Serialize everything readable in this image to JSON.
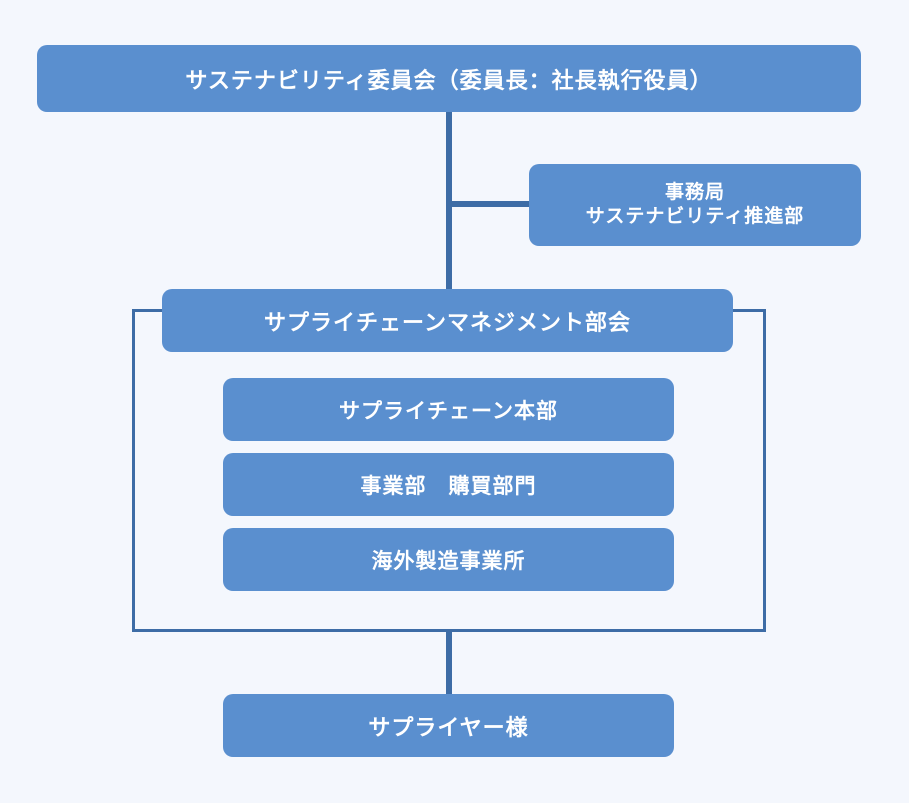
{
  "committee": {
    "label": "サステナビリティ委員会（委員長：社長執行役員）"
  },
  "secretariat": {
    "line1": "事務局",
    "line2": "サステナビリティ推進部"
  },
  "supply_chain_committee": {
    "label": "サプライチェーンマネジメント部会",
    "members": [
      {
        "label": "サプライチェーン本部"
      },
      {
        "label": "事業部　購買部門"
      },
      {
        "label": "海外製造事業所"
      }
    ]
  },
  "suppliers": {
    "label": "サプライヤー様"
  },
  "colors": {
    "box": "#5a8fcf",
    "line": "#3d6ca6",
    "background": "#f4f7fd",
    "text": "#ffffff"
  }
}
